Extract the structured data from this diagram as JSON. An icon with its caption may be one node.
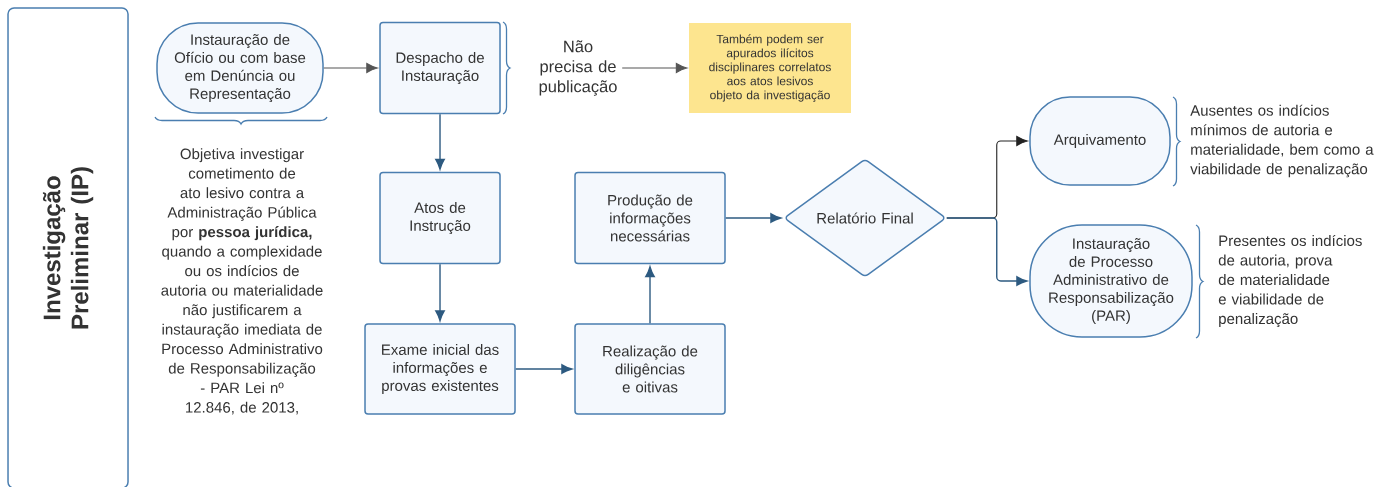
{
  "diagram": {
    "nodes": [
      {
        "text": [
          "Investigação Preliminar (IP)"
        ]
      },
      {
        "text": [
          "Instauração de Ofício ou com base em Denúncia ou Representação"
        ],
        "beside": [
          "Objetiva investigar cometimento de ato lesivo contra a Administração Pública por **pessoa jurídica,** quando a complexidade ou os indícios de autoria ou materialidade não justificarem a instauração imediata de Processo Administrativo de Responsabilização - PAR Lei nº 12.846, de 2013,"
        ]
      },
      {
        "text": [
          "Despacho de Instauração"
        ]
      },
      {
        "text": [
          "Não precisa de publicação"
        ]
      },
      {
        "text": [
          "Também podem ser apurados ilícitos disciplinares correlatos aos atos lesivos objeto da investigação"
        ]
      },
      {
        "text": [
          "Atos de Instrução"
        ]
      },
      {
        "text": [
          "Exame inicial das informações e provas existentes"
        ]
      },
      {
        "text": [
          "Realização de diligências e oitivas"
        ]
      },
      {
        "text": [
          "Produção de informações necessárias"
        ]
      },
      {
        "text": [
          "Relatório Final"
        ]
      },
      {
        "text": [
          "Arquivamento"
        ],
        "beside": [
          "Ausentes os indícios mínimos de autoria e materialidade, bem como a viabilidade de penalização"
        ]
      },
      {
        "text": [
          "Instauração de Processo Administrativo de Responsabilização (PAR)"
        ],
        "beside": [
          "Presentes os indícios de autoria, prova de materialidade e viabilidade de penalização"
        ]
      }
    ],
    "edges": [
      {
        "from": 1,
        "to": 2,
        "arrow": "to",
        "color": "#555555"
      },
      {
        "from": 3,
        "to": 4,
        "arrow": "to",
        "color": "#555555"
      },
      {
        "from": 2,
        "to": 5,
        "arrow": "to"
      },
      {
        "from": 5,
        "to": 6,
        "arrow": "to"
      },
      {
        "from": 6,
        "to": 7,
        "arrow": "to"
      },
      {
        "from": 7,
        "to": 8,
        "arrow": "to"
      },
      {
        "from": 8,
        "to": 9,
        "arrow": "to"
      },
      {
        "from": 9,
        "to": 10,
        "arrow": "to",
        "color": "#222222"
      },
      {
        "from": 9,
        "to": 11,
        "arrow": "to"
      }
    ]
  }
}
